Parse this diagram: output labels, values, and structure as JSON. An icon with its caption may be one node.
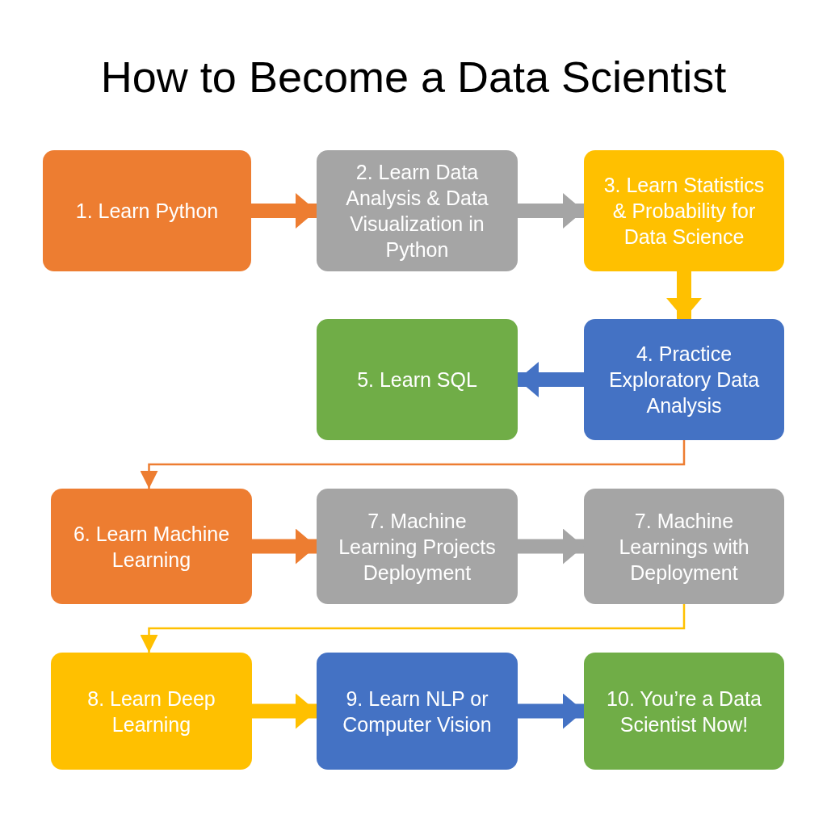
{
  "diagram": {
    "title": "How to Become a Data Scientist",
    "nodes": [
      {
        "text": [
          "1. Learn Python"
        ]
      },
      {
        "text": [
          "2. Learn Data Analysis & Data Visualization in Python"
        ]
      },
      {
        "text": [
          "3. Learn Statistics & Probability for Data Science"
        ]
      },
      {
        "text": [
          "4. Practice Exploratory Data Analysis"
        ]
      },
      {
        "text": [
          "5. Learn SQL"
        ]
      },
      {
        "text": [
          "6. Learn Machine Learning"
        ]
      },
      {
        "text": [
          "7. Machine Learning Projects Deployment"
        ]
      },
      {
        "text": [
          "7. Machine Learnings with Deployment"
        ]
      },
      {
        "text": [
          "8. Learn Deep Learning"
        ]
      },
      {
        "text": [
          "9. Learn NLP or Computer Vision"
        ]
      },
      {
        "text": [
          "10. You’re a Data Scientist Now!"
        ]
      }
    ],
    "edges": [
      {
        "from": 0,
        "to": 1,
        "arrow": "to",
        "color": "#ed7d31"
      },
      {
        "from": 1,
        "to": 2,
        "arrow": "to",
        "color": "#a5a5a5"
      },
      {
        "from": 2,
        "to": 3,
        "arrow": "to",
        "color": "#ffc000"
      },
      {
        "from": 3,
        "to": 4,
        "arrow": "to",
        "color": "#4472c4"
      },
      {
        "from": 3,
        "to": 5,
        "arrow": "to",
        "color": "#ed7d31"
      },
      {
        "from": 5,
        "to": 6,
        "arrow": "to",
        "color": "#ed7d31"
      },
      {
        "from": 6,
        "to": 7,
        "arrow": "to",
        "color": "#a5a5a5"
      },
      {
        "from": 7,
        "to": 8,
        "arrow": "to",
        "color": "#ffc000"
      },
      {
        "from": 8,
        "to": 9,
        "arrow": "to",
        "color": "#ffc000"
      },
      {
        "from": 9,
        "to": 10,
        "arrow": "to",
        "color": "#4472c4"
      }
    ]
  }
}
